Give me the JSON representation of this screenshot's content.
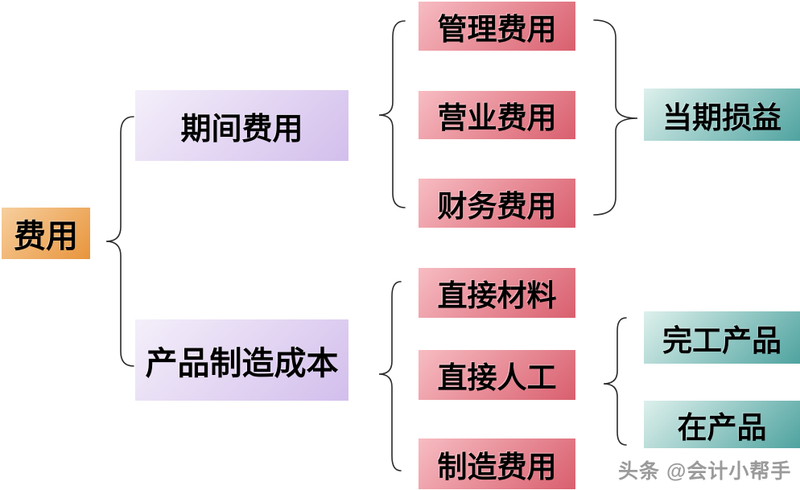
{
  "nodes": {
    "root": {
      "label": "费用"
    },
    "period_expense": {
      "label": "期间费用"
    },
    "product_manufacturing_cost": {
      "label": "产品制造成本"
    },
    "admin_expense": {
      "label": "管理费用"
    },
    "operating_expense": {
      "label": "营业费用"
    },
    "finance_expense": {
      "label": "财务费用"
    },
    "current_profit_loss": {
      "label": "当期损益"
    },
    "direct_material": {
      "label": "直接材料"
    },
    "direct_labor": {
      "label": "直接人工"
    },
    "manufacturing_overhead": {
      "label": "制造费用"
    },
    "finished_goods": {
      "label": "完工产品"
    },
    "work_in_process": {
      "label": "在产品"
    }
  },
  "watermark": {
    "text": "头条 @会计小帮手"
  },
  "colors": {
    "root_box_gradient": [
      "#F7CF9E",
      "#E8953C"
    ],
    "branch_box_gradient": [
      "#F4EFFA",
      "#D3BEEC"
    ],
    "leaf_box_gradient": [
      "#F7BCC2",
      "#D95F6E"
    ],
    "result_box_gradient": [
      "#DDF0EC",
      "#4FA3A0"
    ],
    "text": "#000000",
    "brace": "#2A2A2A",
    "background": "#FFFFFF",
    "watermark_text": "#9A9A9A"
  }
}
